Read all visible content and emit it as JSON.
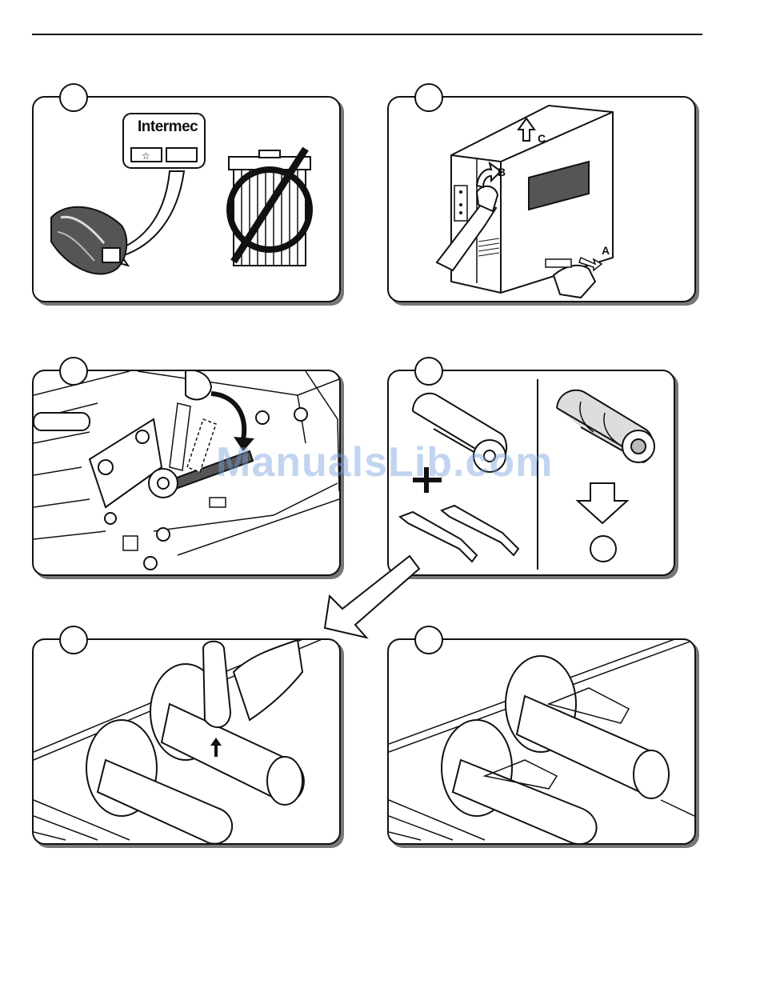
{
  "watermark": {
    "text": "ManualsLib.com"
  },
  "panel1": {
    "brand": "Intermec",
    "star_glyph": "☆"
  },
  "panel2": {
    "label_a": "A",
    "label_b": "B",
    "label_c": "C"
  },
  "colors": {
    "line": "#111111",
    "shadow": "#777777",
    "watermark": "#78a0dc"
  }
}
